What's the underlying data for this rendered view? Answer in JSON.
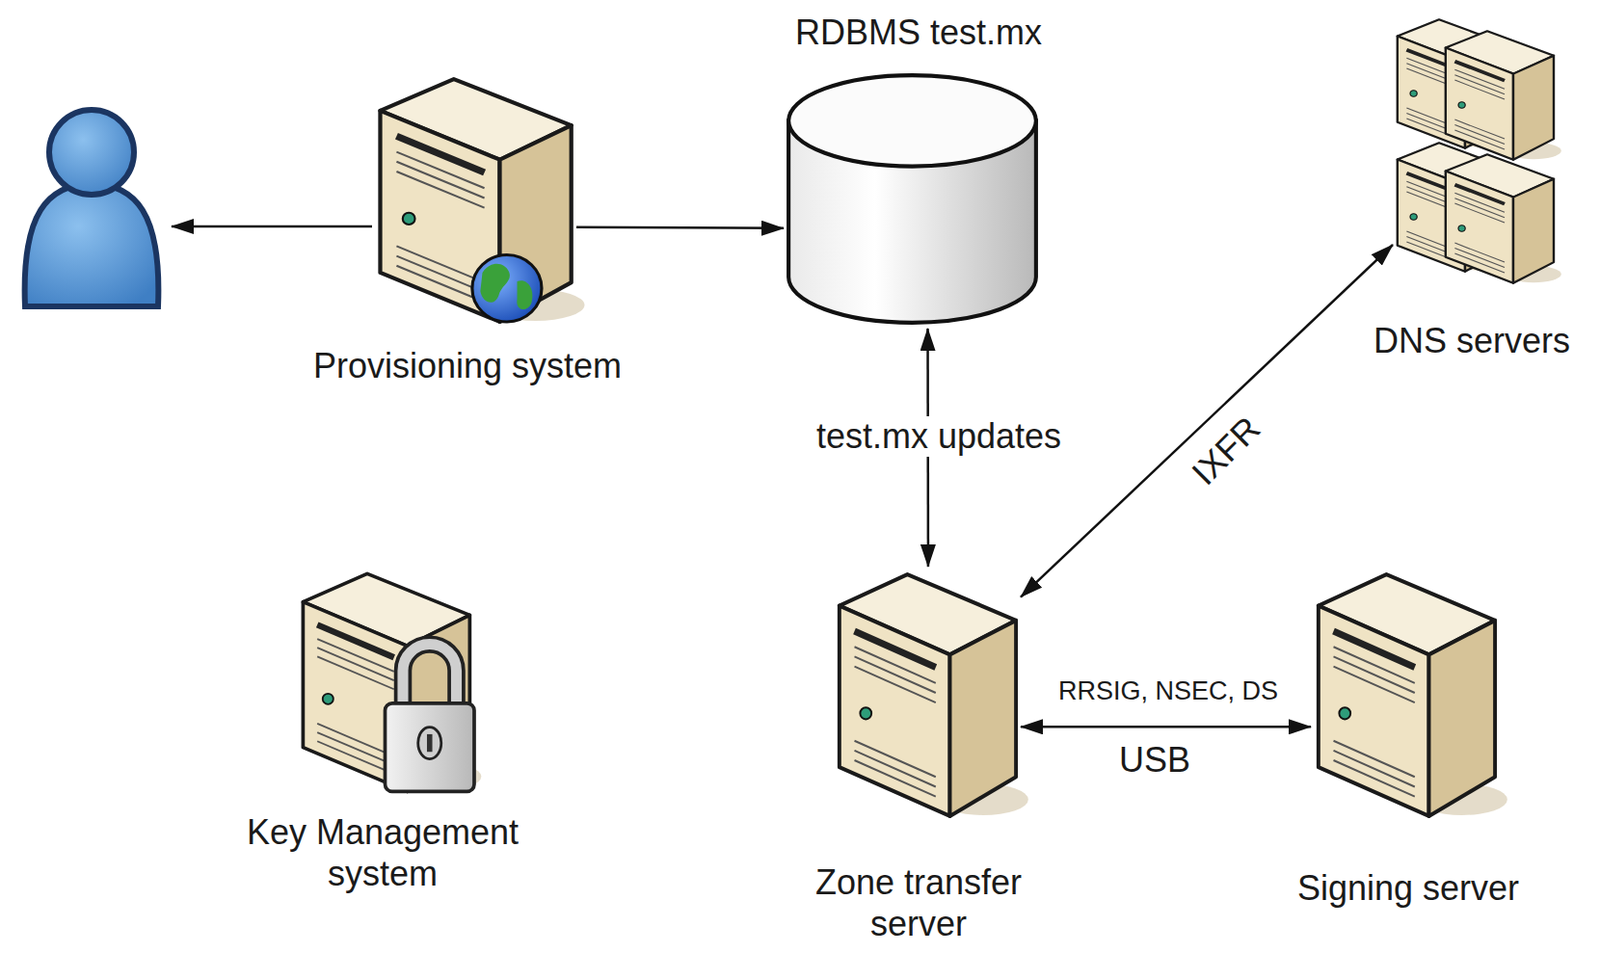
{
  "diagram": {
    "nodes": [
      {
        "text": [
          "Provisioning system"
        ]
      },
      {
        "text": [
          "RDBMS test.mx"
        ]
      },
      {
        "text": [
          "DNS servers"
        ]
      },
      {
        "text": [
          "Key Management system"
        ]
      },
      {
        "text": [
          "Zone transfer server"
        ]
      },
      {
        "text": [
          "Signing server"
        ]
      }
    ],
    "edges": [
      {
        "from": 0,
        "to": 1,
        "arrow": "to"
      },
      {
        "from": 1,
        "to": 4,
        "label": "test.mx updates",
        "arrow": "both"
      },
      {
        "from": 4,
        "to": 2,
        "label": "IXFR",
        "arrow": "both"
      },
      {
        "from": 4,
        "to": 5,
        "label": "RRSIG, NSEC, DS",
        "arrow": "both"
      }
    ],
    "labels": [
      "USB"
    ]
  }
}
